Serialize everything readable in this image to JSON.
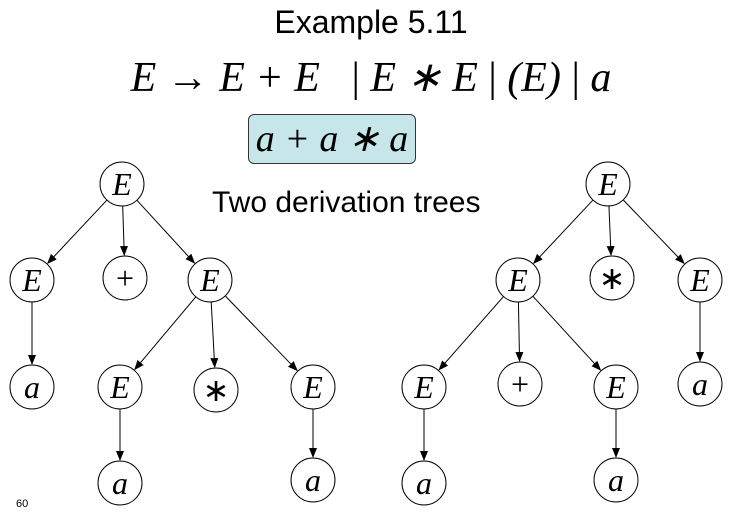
{
  "title": "Example 5.11",
  "grammar": {
    "lhs": "E",
    "arrow": "→",
    "alternatives": [
      "E + E",
      "E ∗ E",
      "(E)",
      "a"
    ],
    "separator": "|"
  },
  "expression": "a + a ∗ a",
  "subtitle": "Two derivation trees",
  "page_number": "60",
  "trees": [
    {
      "nodes": [
        {
          "id": "r",
          "label": "E"
        },
        {
          "id": "l1",
          "label": "E"
        },
        {
          "id": "p",
          "label": "+"
        },
        {
          "id": "r1",
          "label": "E"
        },
        {
          "id": "a1",
          "label": "a"
        },
        {
          "id": "e2",
          "label": "E"
        },
        {
          "id": "m",
          "label": "∗"
        },
        {
          "id": "e3",
          "label": "E"
        },
        {
          "id": "a2",
          "label": "a"
        },
        {
          "id": "a3",
          "label": "a"
        }
      ],
      "edges": [
        [
          "r",
          "l1"
        ],
        [
          "r",
          "p"
        ],
        [
          "r",
          "r1"
        ],
        [
          "l1",
          "a1"
        ],
        [
          "r1",
          "e2"
        ],
        [
          "r1",
          "m"
        ],
        [
          "r1",
          "e3"
        ],
        [
          "e2",
          "a2"
        ],
        [
          "e3",
          "a3"
        ]
      ]
    },
    {
      "nodes": [
        {
          "id": "r",
          "label": "E"
        },
        {
          "id": "l1",
          "label": "E"
        },
        {
          "id": "m",
          "label": "∗"
        },
        {
          "id": "r1",
          "label": "E"
        },
        {
          "id": "e2",
          "label": "E"
        },
        {
          "id": "p",
          "label": "+"
        },
        {
          "id": "e3",
          "label": "E"
        },
        {
          "id": "a4",
          "label": "a"
        },
        {
          "id": "a2",
          "label": "a"
        },
        {
          "id": "a3",
          "label": "a"
        }
      ],
      "edges": [
        [
          "r",
          "l1"
        ],
        [
          "r",
          "m"
        ],
        [
          "r",
          "r1"
        ],
        [
          "l1",
          "e2"
        ],
        [
          "l1",
          "p"
        ],
        [
          "l1",
          "e3"
        ],
        [
          "r1",
          "a4"
        ],
        [
          "e2",
          "a2"
        ],
        [
          "e3",
          "a3"
        ]
      ]
    }
  ]
}
